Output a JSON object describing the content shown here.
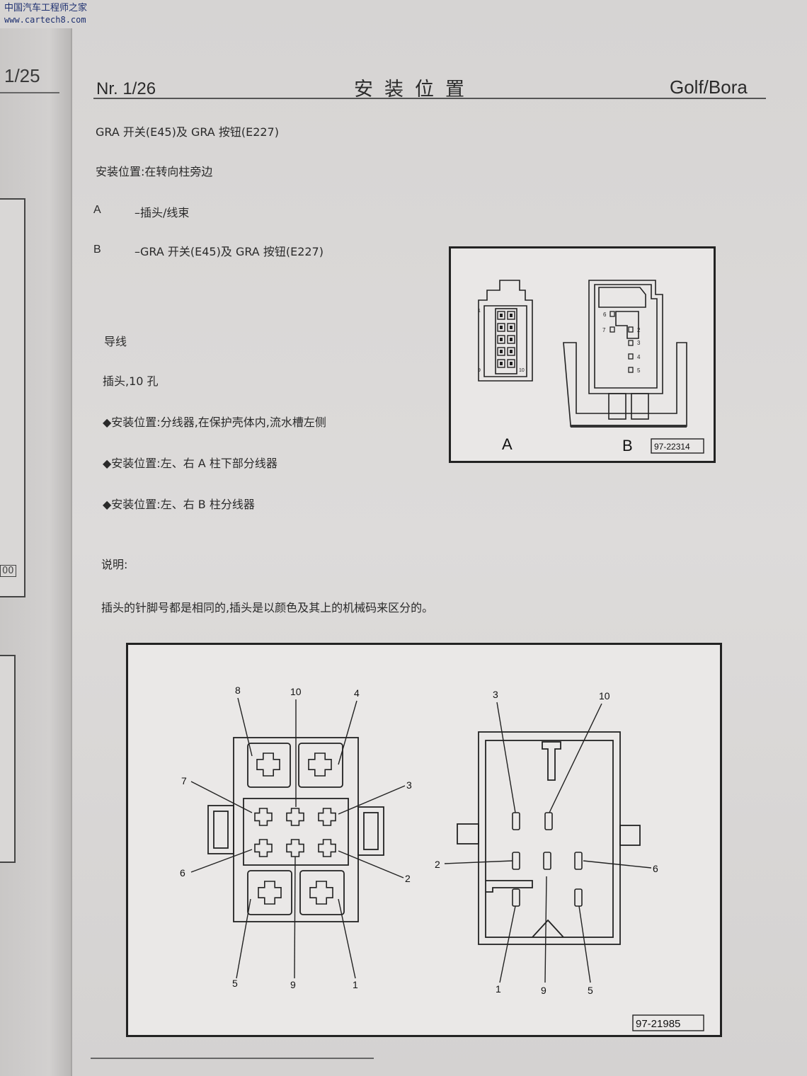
{
  "watermark": {
    "site": "中国汽车工程师之家",
    "url": "www.cartech8.com"
  },
  "left_page": {
    "page_number": "1/25",
    "fragment_box_label": "00"
  },
  "header": {
    "page_ref": "Nr. 1/26",
    "title": "安装位置",
    "model": "Golf/Bora"
  },
  "component": {
    "title": "GRA 开关(E45)及 GRA 按钮(E227)",
    "location": "安装位置:在转向柱旁边",
    "legend": [
      {
        "key": "A",
        "text": "–插头/线束"
      },
      {
        "key": "B",
        "text": "–GRA 开关(E45)及 GRA 按钮(E227)"
      }
    ]
  },
  "wiring": {
    "heading": "导线",
    "connector": "插头,10 孔",
    "locations": [
      "◆安装位置:分线器,在保护壳体内,流水槽左侧",
      "◆安装位置:左、右 A 柱下部分线器",
      "◆安装位置:左、右 B 柱分线器"
    ],
    "note_heading": "说明:",
    "note": "插头的针脚号都是相同的,插头是以颜色及其上的机械码来区分的。"
  },
  "figure_a": {
    "label_a": "A",
    "label_b": "B",
    "ref": "97-22314",
    "pins_connector": [
      "1",
      "9",
      "10"
    ],
    "pins_switch": [
      "6",
      "7",
      "2",
      "3",
      "4",
      "5"
    ]
  },
  "figure_b": {
    "ref": "97-21985",
    "left_pins": {
      "top": [
        "8",
        "10",
        "4"
      ],
      "left": [
        "7",
        "6"
      ],
      "right": [
        "3",
        "2"
      ],
      "bottom": [
        "5",
        "9",
        "1"
      ]
    },
    "right_pins": {
      "top": [
        "3",
        "10"
      ],
      "left": [
        "2"
      ],
      "right": [
        "6"
      ],
      "bottom": [
        "1",
        "9",
        "5"
      ]
    }
  }
}
